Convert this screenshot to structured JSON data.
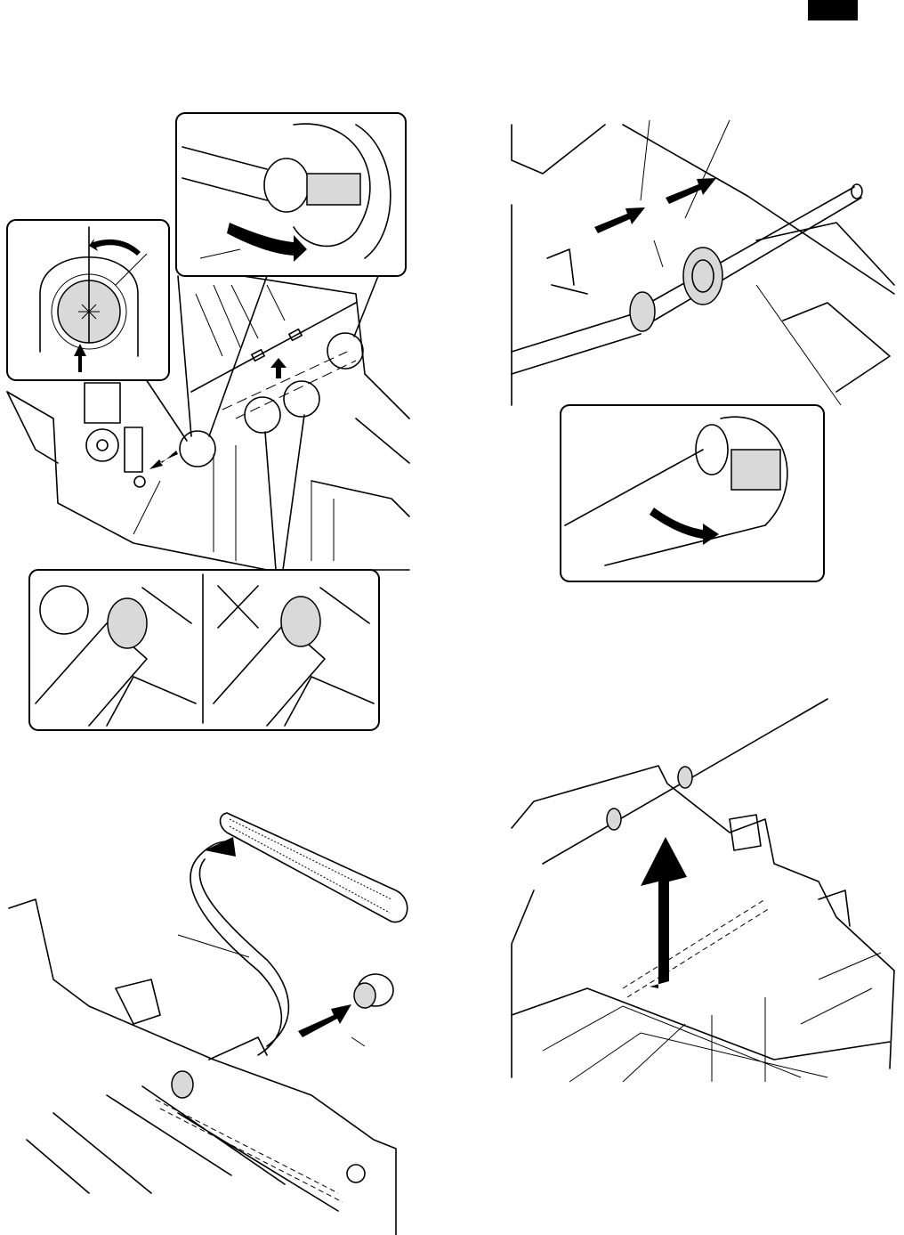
{
  "page": {
    "section_marker_color": "#000000",
    "background_color": "#ffffff"
  },
  "figures": [
    {
      "id": "fig-roller-removal",
      "icons": [
        "rotate-arrow-icon",
        "up-arrow-icon",
        "pull-arrow-icon",
        "correct-circle-icon",
        "incorrect-cross-icon"
      ]
    },
    {
      "id": "fig-pulley-install",
      "icons": [
        "push-arrow-icon",
        "rotate-arrow-icon"
      ]
    },
    {
      "id": "fig-belt-install",
      "icons": [
        "curved-arrow-icon",
        "push-arrow-icon"
      ]
    },
    {
      "id": "fig-roller-lift",
      "icons": [
        "up-arrow-icon"
      ]
    }
  ]
}
